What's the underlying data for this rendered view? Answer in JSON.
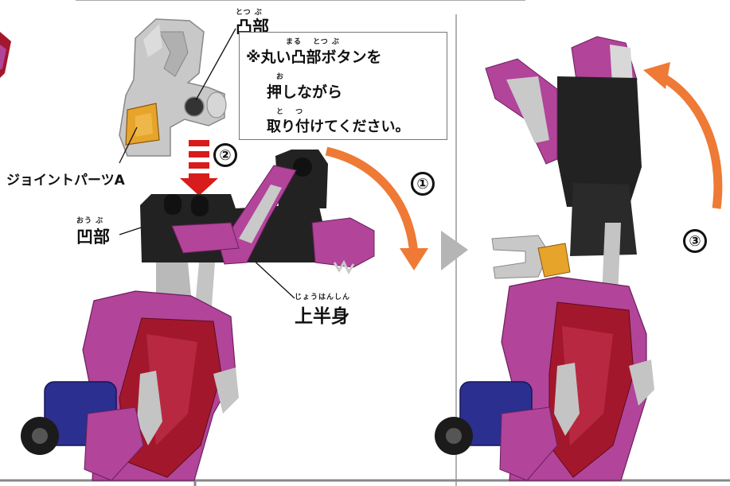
{
  "labels": {
    "convex_part": "凸部",
    "convex_part_ruby": "とつ ぶ",
    "concave_part": "凹部",
    "concave_part_ruby": "おう ぶ",
    "joint_parts": "ジョイントパーツA",
    "upper_body": "上半身",
    "upper_body_ruby": "じょうはんしん"
  },
  "instruction": {
    "line1": "※丸い凸部ボタンを",
    "line1_ruby": "まる　 とつ ぶ",
    "line2": "押しながら",
    "line2_ruby": "お",
    "line3": "取り付けてください。",
    "line3_ruby": "と　 つ"
  },
  "steps": {
    "step1": "①",
    "step2": "②",
    "step3": "③"
  },
  "colors": {
    "arrow_orange": "#ee7a35",
    "arrow_red_dashed": "#d81b1b",
    "toy_purple": "#b2449a",
    "toy_black": "#222222",
    "toy_gray": "#c4c4c4",
    "toy_red": "#a3172c",
    "toy_navy": "#2b2f8f",
    "toy_gold": "#e7a42a"
  }
}
